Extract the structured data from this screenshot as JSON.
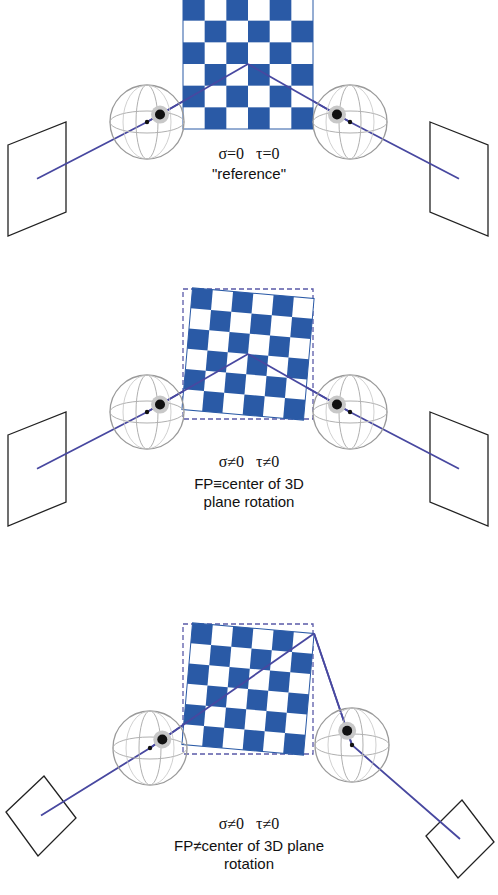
{
  "diagram": {
    "labels": [
      "σ=0 τ=0",
      "\"reference\"",
      "σ≠0 τ≠0",
      "FP≡center of 3D plane rotation",
      "σ≠0 τ≠0",
      "FP≠center of 3D plane rotation"
    ]
  }
}
